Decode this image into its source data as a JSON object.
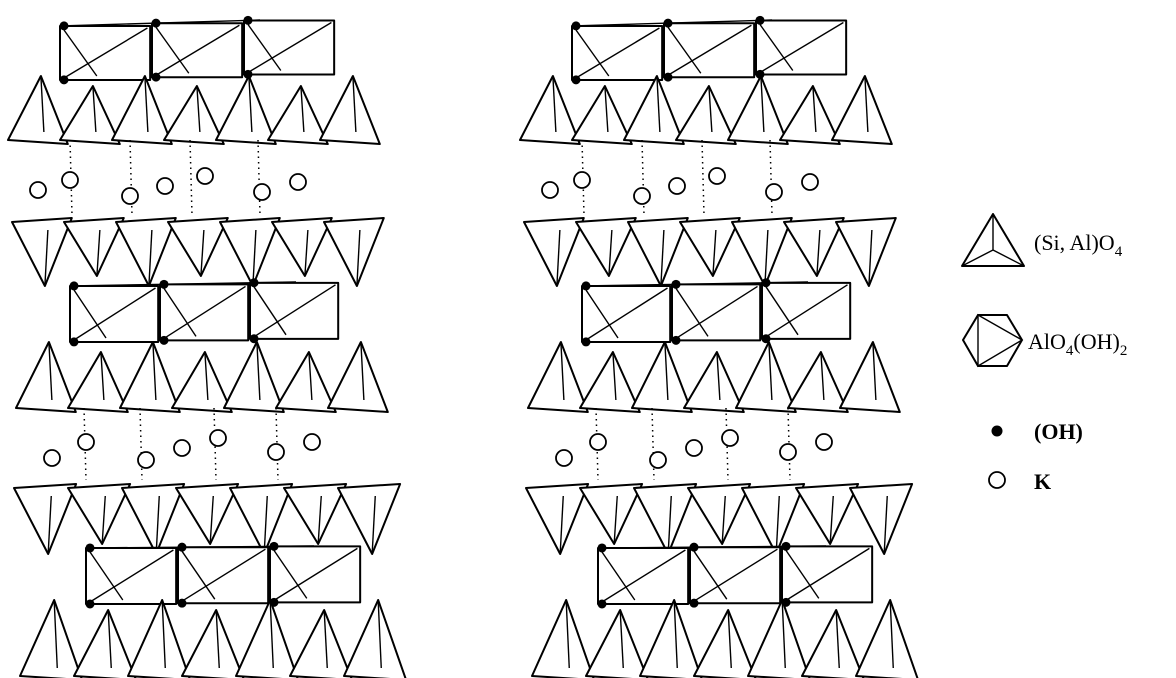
{
  "legend": {
    "tetrahedron": {
      "label": "(Si, Al)O",
      "sub": "4",
      "icon": "tetrahedron-icon"
    },
    "octahedron": {
      "label": "AlO",
      "sub1": "4",
      "mid": "(OH)",
      "sub2": "2",
      "icon": "octahedron-icon"
    },
    "hydroxyl": {
      "label": "(OH)",
      "icon": "filled-circle-icon"
    },
    "potassium": {
      "label": "K",
      "icon": "open-circle-icon"
    }
  },
  "structures": [
    {
      "name": "left-structure"
    },
    {
      "name": "right-structure"
    }
  ],
  "colors": {
    "line": "#000000",
    "background": "#ffffff"
  }
}
